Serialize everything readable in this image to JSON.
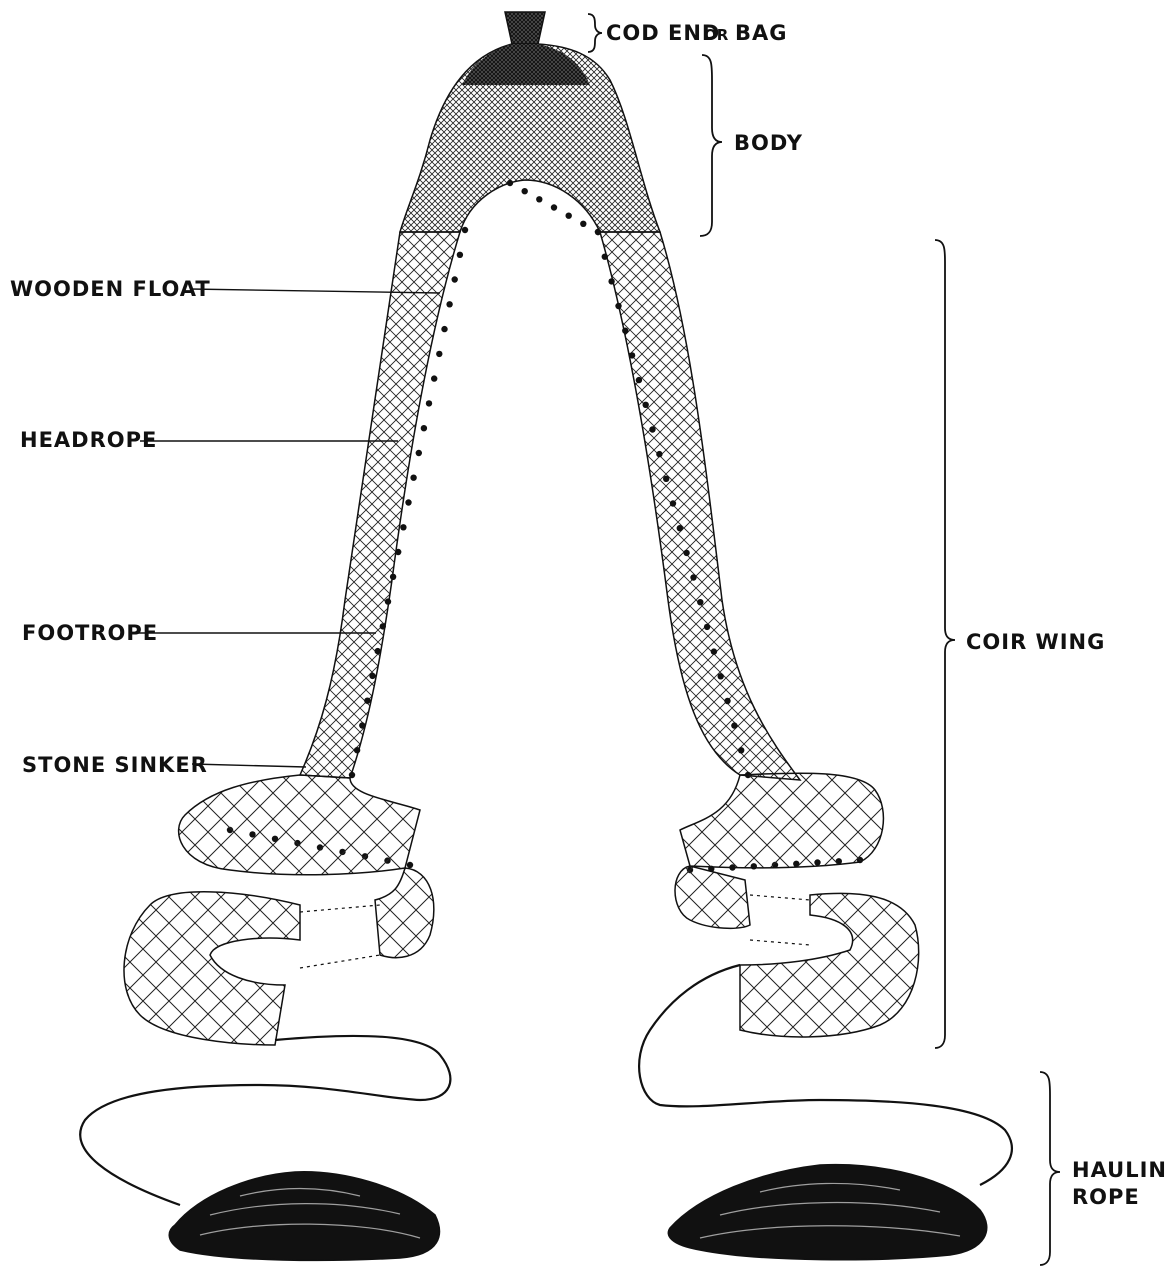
{
  "labels": {
    "cod_end": "COD END",
    "cod_end_or": "OR",
    "cod_end_bag": "BAG",
    "body": "BODY",
    "wooden_float": "WOODEN FLOAT",
    "headrope": "HEADROPE",
    "footrope": "FOOTROPE",
    "stone_sinker": "STONE SINKER",
    "coir_wing": "COIR WING",
    "hauling_line1": "HAULING",
    "hauling_line2": "ROPE"
  }
}
